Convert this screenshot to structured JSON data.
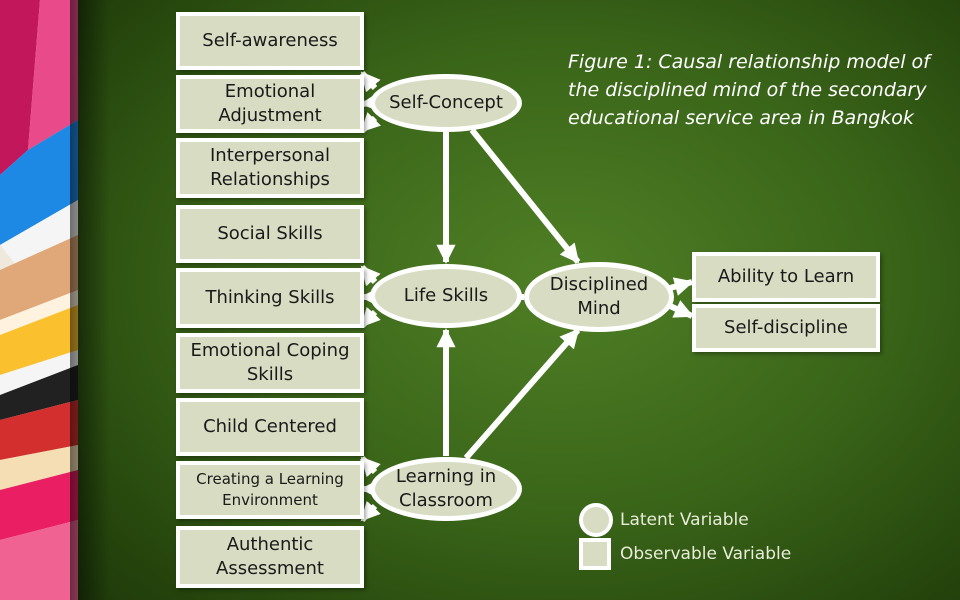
{
  "caption": "Figure 1: Causal relationship model of the disciplined mind of the secondary educational service area in Bangkok",
  "observed": {
    "self_awareness": "Self-awareness",
    "emotional_adjustment": "Emotional Adjustment",
    "interpersonal_relationships": "Interpersonal Relationships",
    "social_skills": "Social Skills",
    "thinking_skills": "Thinking Skills",
    "emotional_coping_skills": "Emotional Coping Skills",
    "child_centered": "Child Centered",
    "creating_learning_environment": "Creating a Learning Environment",
    "authentic_assessment": "Authentic Assessment",
    "ability_to_learn": "Ability to Learn",
    "self_discipline": "Self-discipline"
  },
  "latent": {
    "self_concept": "Self-Concept",
    "life_skills": "Life Skills",
    "learning_in_classroom": "Learning in Classroom",
    "disciplined_mind": "Disciplined Mind"
  },
  "legend": {
    "latent": "Latent Variable",
    "observable": "Observable Variable"
  },
  "colors": {
    "node_fill": "#d8dcc2",
    "node_border": "#ffffff",
    "background": "#3a6519"
  }
}
